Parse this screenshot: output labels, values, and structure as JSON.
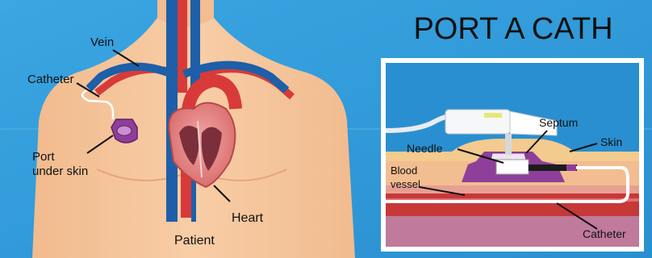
{
  "title": "PORT A CATH",
  "labels": {
    "vein": "Vein",
    "catheter": "Catheter",
    "port_line1": "Port",
    "port_line2": "under skin",
    "heart": "Heart",
    "patient": "Patient"
  },
  "inset_labels": {
    "septum": "Septum",
    "skin": "Skin",
    "needle": "Needle",
    "blood_line1": "Blood",
    "blood_line2": "vessel",
    "catheter": "Catheter"
  },
  "colors": {
    "background": "#2f9bd9",
    "skin": "#f7c9a0",
    "vein_blue": "#1d5fa8",
    "artery_red": "#d83a3a",
    "port_purple": "#8e3f9a",
    "inset_border": "#ffffff"
  }
}
